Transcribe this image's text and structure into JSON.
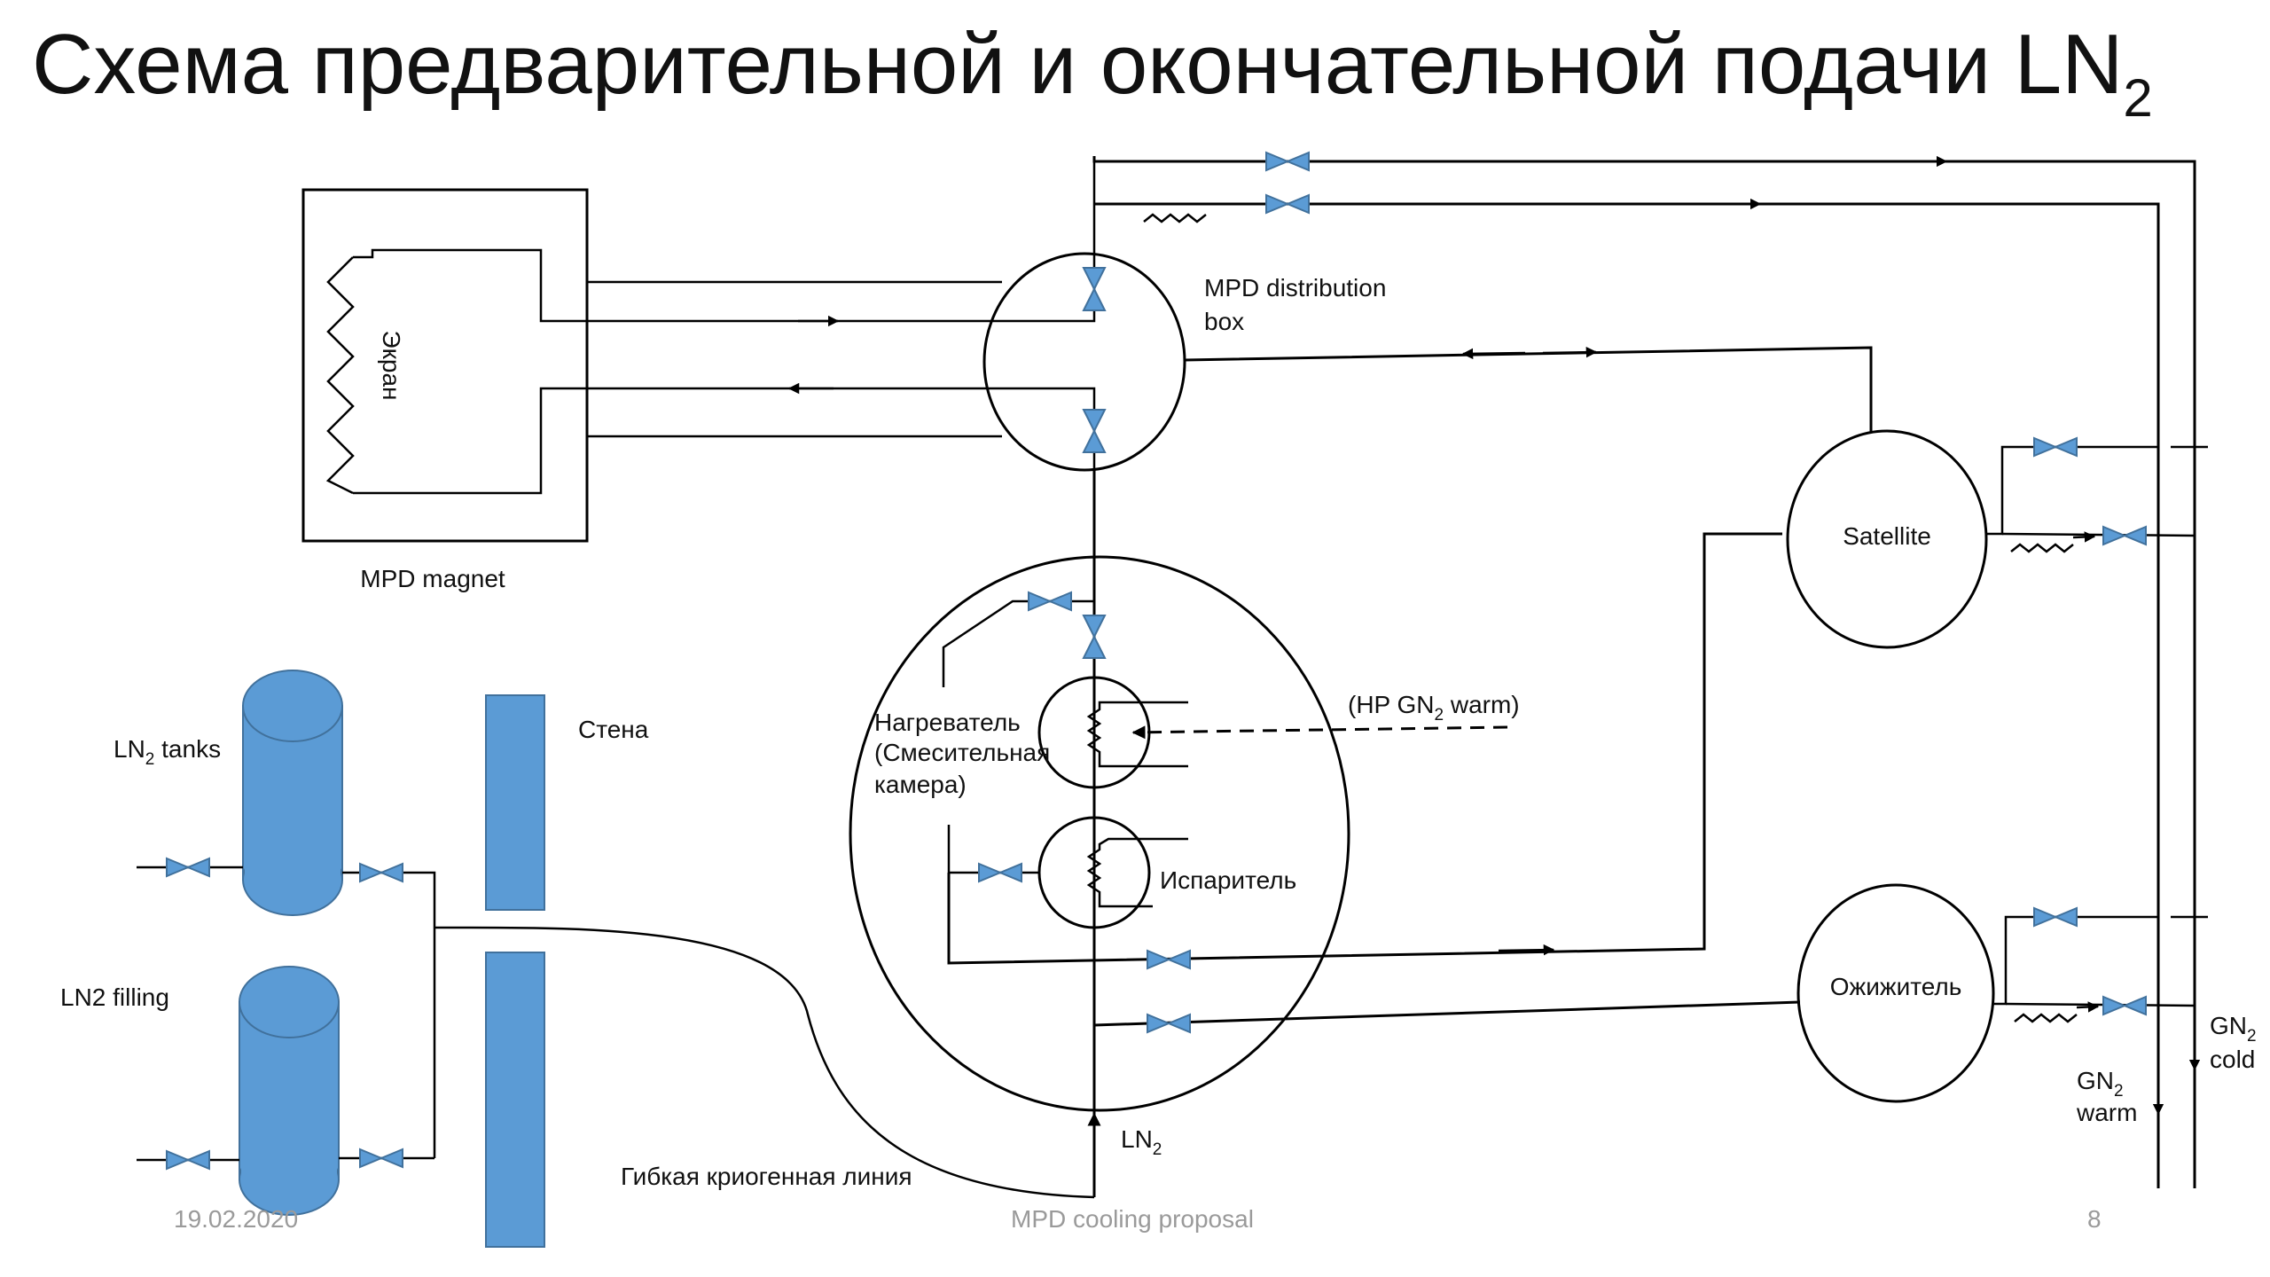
{
  "slide": {
    "title_main": "Схема предварительной и окончательной подачи LN",
    "title_sub": "2",
    "footer": {
      "date": "19.02.2020",
      "center": "MPD cooling proposal",
      "page": "8"
    }
  },
  "labels": {
    "ekran": "Экран",
    "mpd_magnet": "MPD magnet",
    "dist_box_line1": "MPD distribution",
    "dist_box_line2": "box",
    "satellite": "Satellite",
    "ozhizhitel": "Ожижитель",
    "stena": "Стена",
    "ln2_tanks_main": "LN",
    "ln2_tanks_sub": "2",
    "ln2_tanks_rest": " tanks",
    "ln2_filling": "LN2 filling",
    "heater_line1": "Нагреватель",
    "heater_line2": "(Смесительная",
    "heater_line3": "камера)",
    "evaporator": "Испаритель",
    "hp_gn2_pre": "(HP GN",
    "hp_gn2_sub": "2",
    "hp_gn2_post": " warm)",
    "ln2_in_main": "LN",
    "ln2_in_sub": "2",
    "flex_line": "Гибкая криогенная линия",
    "gn2_cold_main": "GN",
    "gn2_cold_sub": "2",
    "gn2_cold_rest": "cold",
    "gn2_warm_main": "GN",
    "gn2_warm_sub": "2",
    "gn2_warm_rest": "warm"
  },
  "colors": {
    "valve": "#5b9bd5",
    "valve_stroke": "#41719c",
    "tank": "#5b9bd5",
    "wall": "#5b9bd5",
    "line": "#000000",
    "footer_text": "#9a9a9a"
  }
}
